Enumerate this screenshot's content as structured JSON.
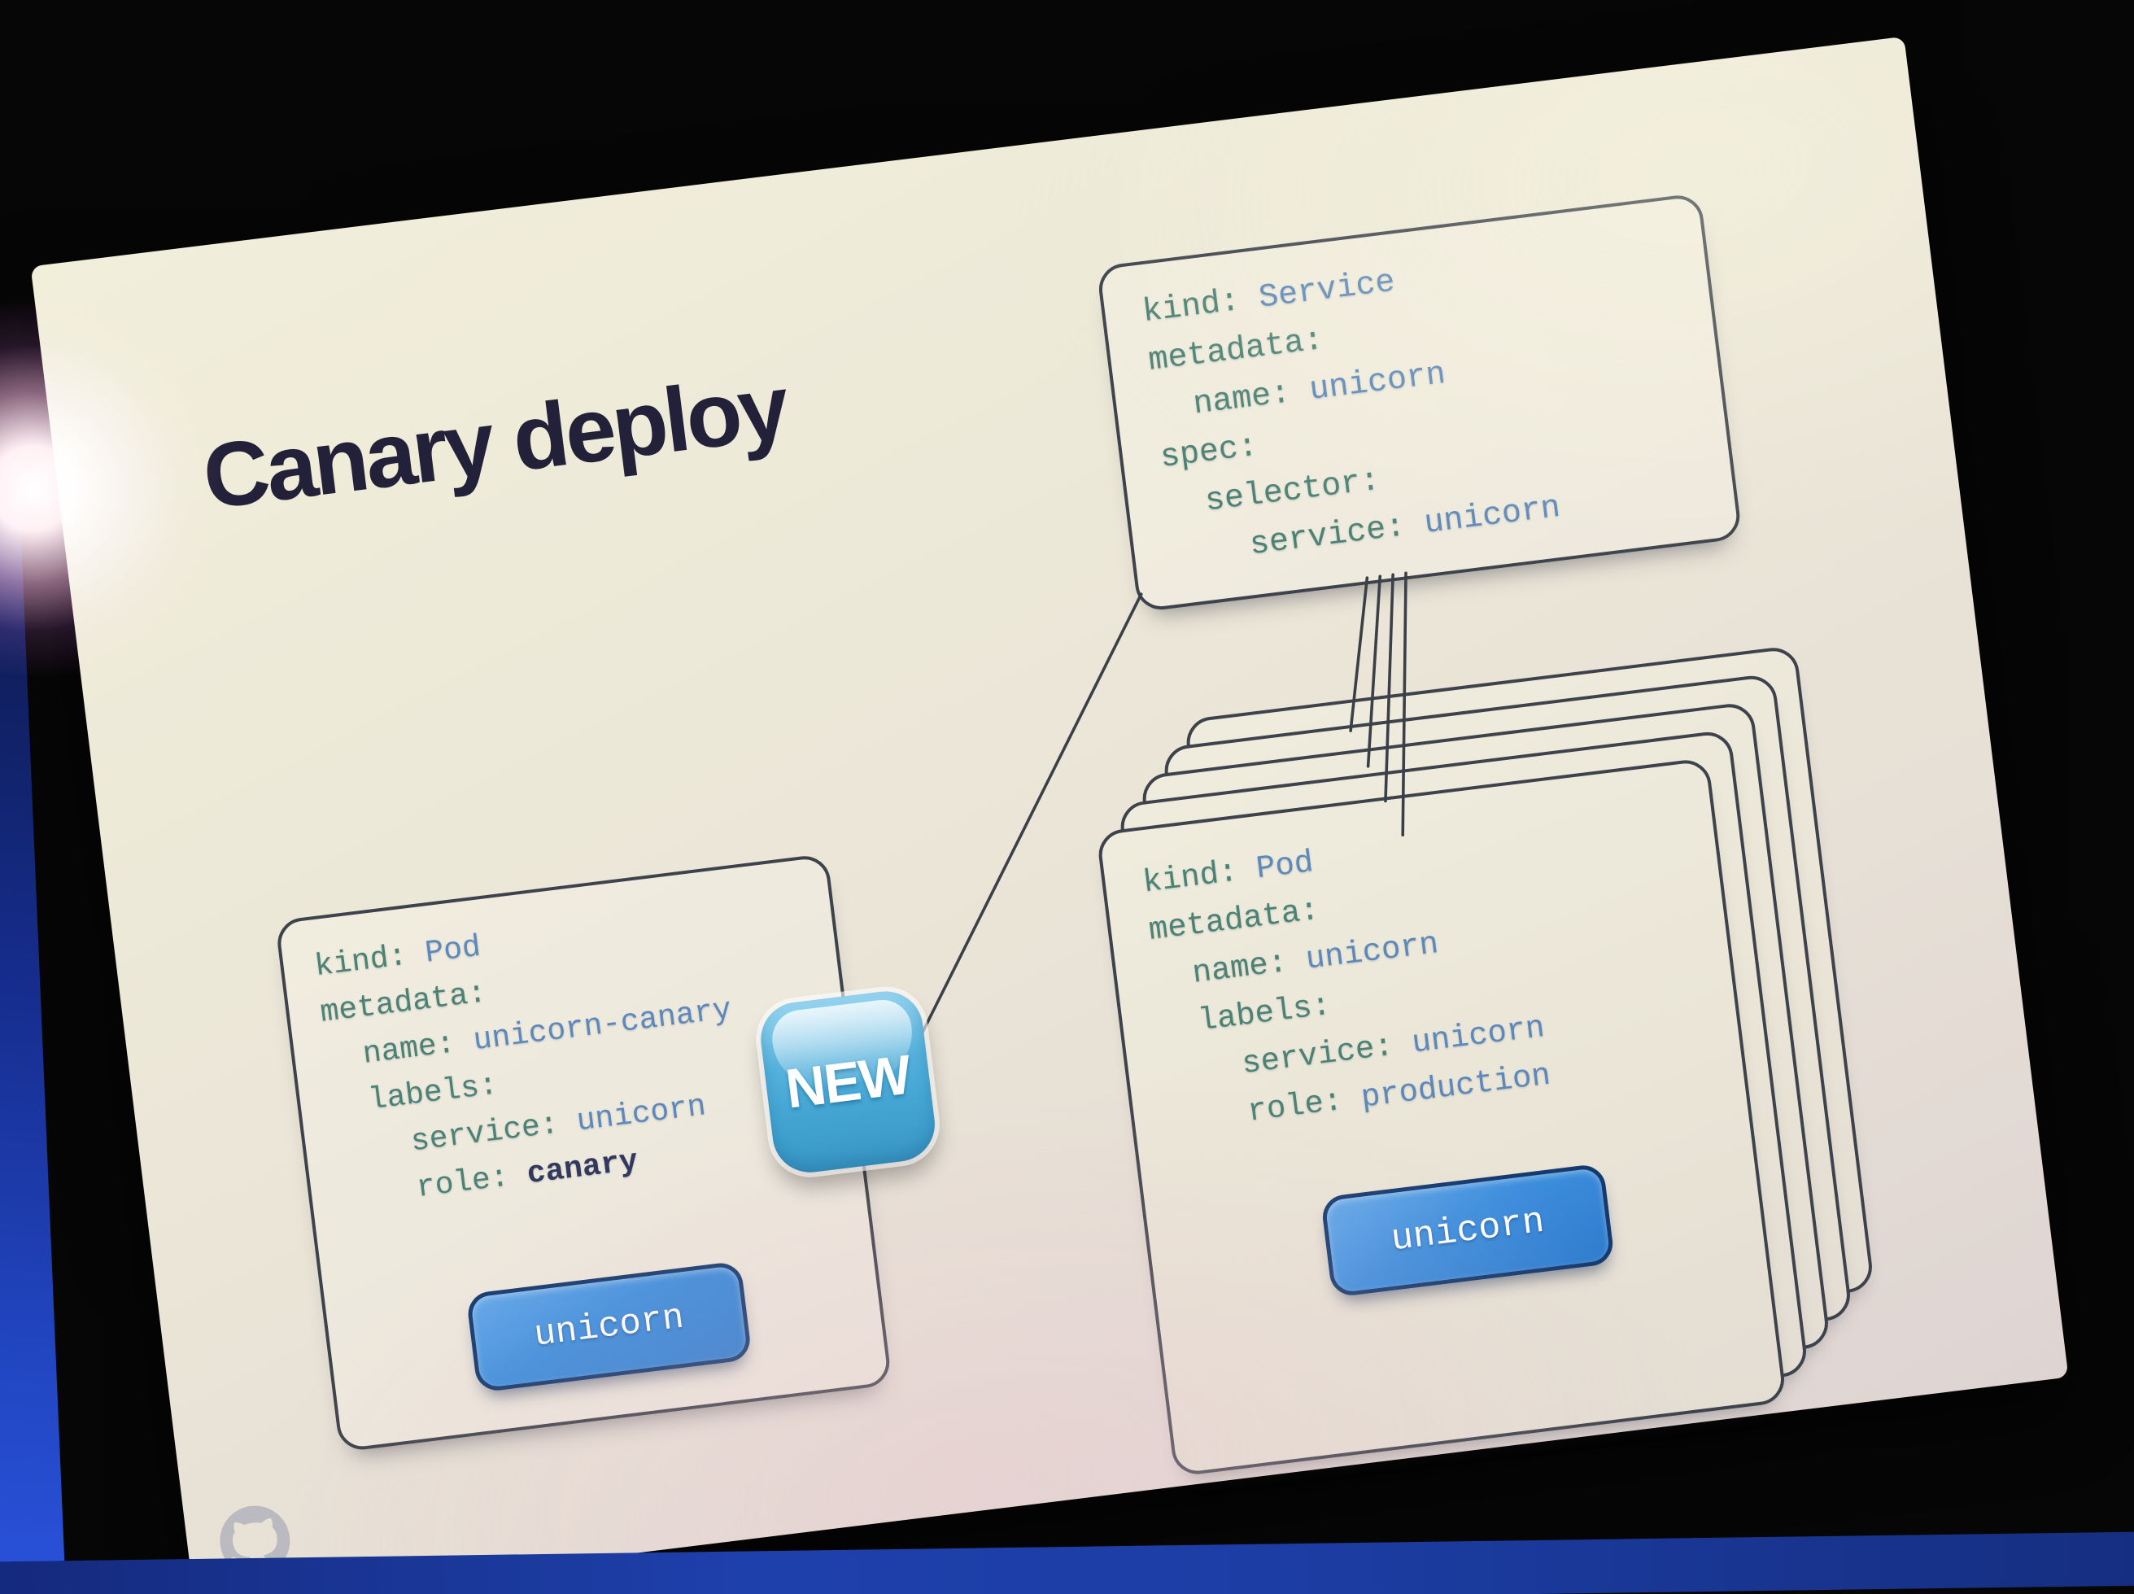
{
  "slide": {
    "title": "Canary deploy",
    "footer_icon": "github-octocat-icon"
  },
  "service_box": {
    "yaml": [
      {
        "indent": 0,
        "key": "kind:",
        "value": "Service"
      },
      {
        "indent": 0,
        "key": "metadata:"
      },
      {
        "indent": 1,
        "key": "name:",
        "value": "unicorn"
      },
      {
        "indent": 0,
        "key": "spec:"
      },
      {
        "indent": 1,
        "key": "selector:"
      },
      {
        "indent": 2,
        "key": "service:",
        "value": "unicorn"
      }
    ]
  },
  "canary_pod_box": {
    "yaml": [
      {
        "indent": 0,
        "key": "kind:",
        "value": "Pod"
      },
      {
        "indent": 0,
        "key": "metadata:"
      },
      {
        "indent": 1,
        "key": "name:",
        "value": "unicorn-canary"
      },
      {
        "indent": 1,
        "key": "labels:"
      },
      {
        "indent": 2,
        "key": "service:",
        "value": "unicorn"
      },
      {
        "indent": 2,
        "key": "role:",
        "value": "canary",
        "emphasis": true
      }
    ],
    "container_label": "unicorn",
    "badge_label": "NEW"
  },
  "production_pod_stack": {
    "count": 5,
    "yaml": [
      {
        "indent": 0,
        "key": "kind:",
        "value": "Pod"
      },
      {
        "indent": 0,
        "key": "metadata:"
      },
      {
        "indent": 1,
        "key": "name:",
        "value": "unicorn"
      },
      {
        "indent": 1,
        "key": "labels:"
      },
      {
        "indent": 2,
        "key": "service:",
        "value": "unicorn"
      },
      {
        "indent": 2,
        "key": "role:",
        "value": "production"
      }
    ],
    "container_label": "unicorn"
  },
  "colors": {
    "title": "#232139",
    "yaml_key": "#4c8274",
    "yaml_value": "#5d88ba",
    "yaml_emphasis": "#32395c",
    "box_border": "#3e424c",
    "connector": "#3a3f48",
    "button_bg": "#3d8edd",
    "button_border": "#143a6e",
    "button_text": "#ffffff",
    "badge_bg_top": "#96d4f0",
    "badge_bg_bottom": "#2f95c6",
    "badge_text": "#ffffff",
    "slide_bg": "#eae6d8",
    "curtain_blue": "#1c3bb0",
    "stage_blue": "#1c3f9e"
  }
}
